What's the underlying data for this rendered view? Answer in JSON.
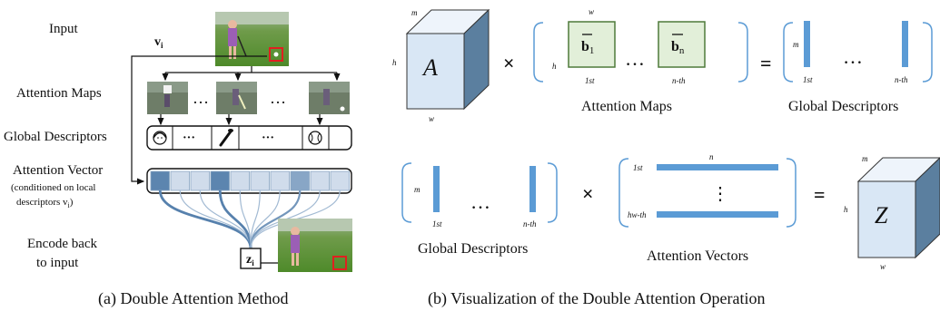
{
  "left": {
    "caption": "(a) Double Attention Method",
    "labels": {
      "input": "Input",
      "attention_maps": "Attention Maps",
      "global_descriptors": "Global Descriptors",
      "attention_vector": "Attention Vector",
      "conditioned_1": "(conditioned on local",
      "conditioned_2": "descriptors v",
      "conditioned_sub": "i",
      "conditioned_3": ")",
      "encode_1": "Encode back",
      "encode_2": "to input"
    },
    "v_label": "v",
    "v_sub": "i",
    "z_label": "z",
    "z_sub": "i",
    "ellipsis": "…",
    "descriptor_dots": "···",
    "attention_cell_levels": [
      0.9,
      0.1,
      0.1,
      0.9,
      0.1,
      0.1,
      0.1,
      0.6,
      0.1,
      0.1
    ]
  },
  "right": {
    "caption": "(b) Visualization of the Double Attention Operation",
    "cube_A": {
      "label": "A",
      "m": "m",
      "h": "h",
      "w": "w"
    },
    "cube_Z": {
      "label": "Z",
      "m": "m",
      "h": "h",
      "w": "w"
    },
    "times": "×",
    "equals": "=",
    "ellipsis": "…",
    "vdots": "⋮",
    "maps": {
      "b_letter": "b",
      "sub_1": "1",
      "sub_n": "n",
      "w": "w",
      "h": "h",
      "first": "1st",
      "nth": "n-th"
    },
    "labels": {
      "attention_maps": "Attention Maps",
      "global_descriptors_top": "Global Descriptors",
      "global_descriptors_bottom": "Global Descriptors",
      "attention_vectors": "Attention Vectors"
    },
    "gd_top": {
      "m": "m",
      "first": "1st",
      "nth": "n-th"
    },
    "gd_bottom": {
      "m": "m",
      "first": "1st",
      "nth": "n-th"
    },
    "att_vectors": {
      "n": "n",
      "first": "1st",
      "last": "hw-th"
    },
    "colors": {
      "bar": "#5b9bd5",
      "cube_front": "#d9e7f5",
      "cube_side": "#5b7f9f",
      "map_fill": "#e2efd9",
      "map_border": "#4e7a3a"
    }
  }
}
